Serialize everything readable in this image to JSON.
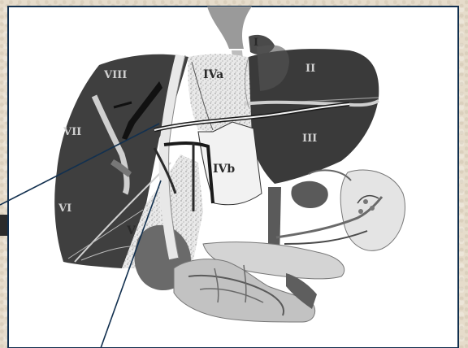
{
  "figure": {
    "segment_labels": {
      "s1": "I",
      "s2": "II",
      "s3": "III",
      "s4a": "IVa",
      "s4b": "IVb",
      "s5": "V",
      "s6": "VI",
      "s7": "VII",
      "s8": "VIII"
    }
  },
  "colors": {
    "frame_border": "#12304f",
    "frame_fill": "#ffffff",
    "liver_dark": "#3d3d3d",
    "liver_mid": "#6a6a6a",
    "organ_gray": "#7c7c7c",
    "stomach_light": "#c2c2c2",
    "pancreas_light": "#d4d4d4",
    "portal_white": "#f4f4f4",
    "pointer_line": "#12304f",
    "side_tab": "#2b2b2b"
  }
}
